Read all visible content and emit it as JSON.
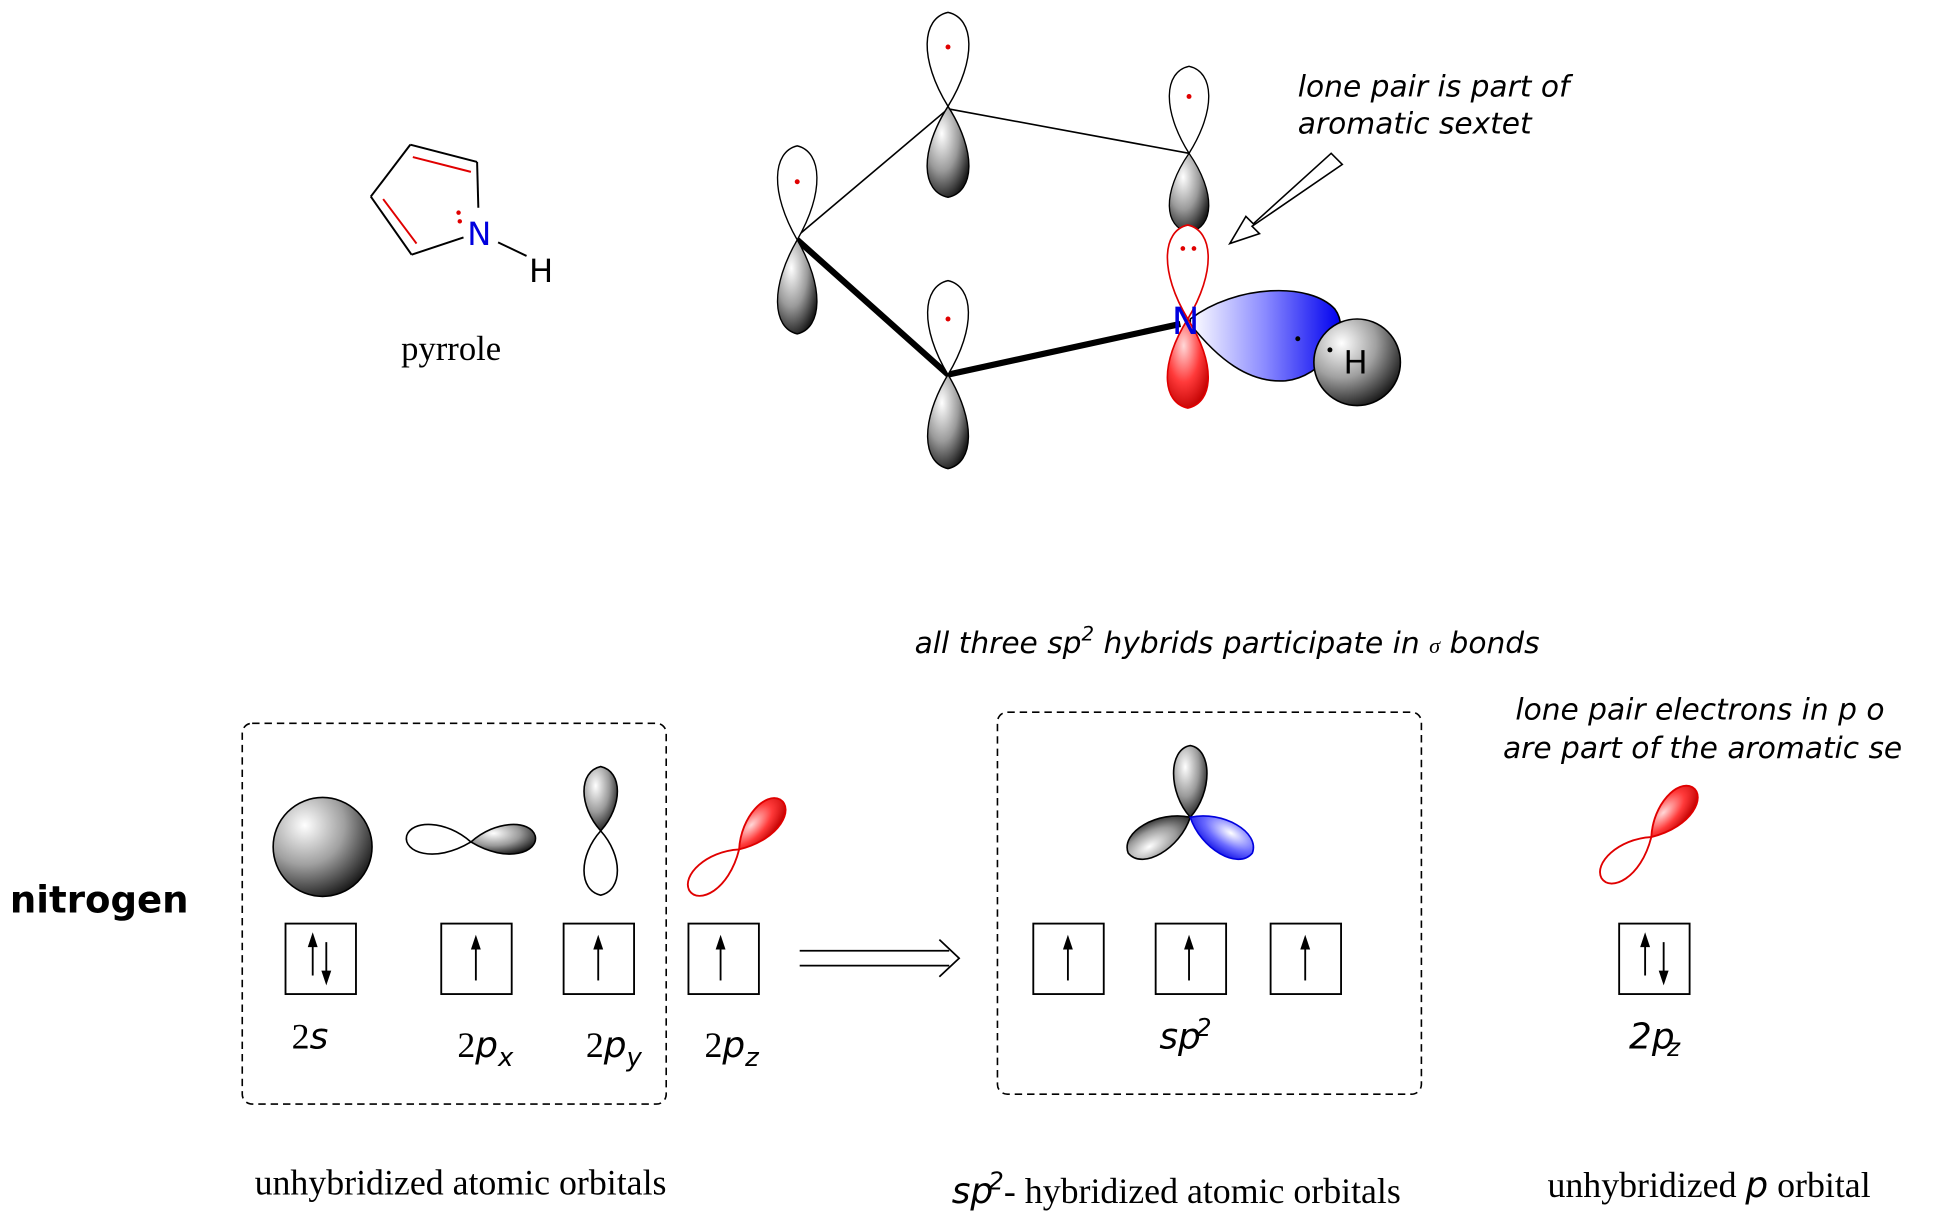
{
  "pyrrole_structure": {
    "atom_N": "N",
    "atom_H": "H",
    "name": "pyrrole"
  },
  "orbital_3d": {
    "atom_N": "N",
    "atom_H": "H",
    "annotation": [
      "lone pair is part of",
      "aromatic sextet"
    ]
  },
  "electron_config": {
    "element_label": "nitrogen",
    "note_sigma": {
      "pre": "all three sp",
      "sup": "2",
      "post": " hybrids participate in ",
      "sigma": "σ",
      "tail": " bonds"
    },
    "note_lone_pair": [
      "lone pair electrons  in p o",
      "are part of the aromatic se"
    ],
    "orbitals_left": [
      {
        "num": "2",
        "letter": "s",
        "sub": ""
      },
      {
        "num": "2",
        "letter": "p",
        "sub": "x"
      },
      {
        "num": "2",
        "letter": "p",
        "sub": "y"
      },
      {
        "num": "2",
        "letter": "p",
        "sub": "z"
      }
    ],
    "sp2_label": {
      "base": "sp",
      "sup": "2"
    },
    "pz_label": {
      "base": "2p",
      "sub": "z"
    },
    "captions": {
      "unhybridized": "unhybridized atomic orbitals",
      "sp2_base": "sp",
      "sp2_sup": "2",
      "sp2_rest": "- hybridized atomic orbitals",
      "p_pre": "unhybridized ",
      "p_letter": "p",
      "p_post": " orbital"
    }
  },
  "colors": {
    "nitrogen": "#0000dd",
    "lone_pair": "#e00000",
    "hybrid_lobe": "#0000ff",
    "shaded_lobe": "#555555"
  }
}
